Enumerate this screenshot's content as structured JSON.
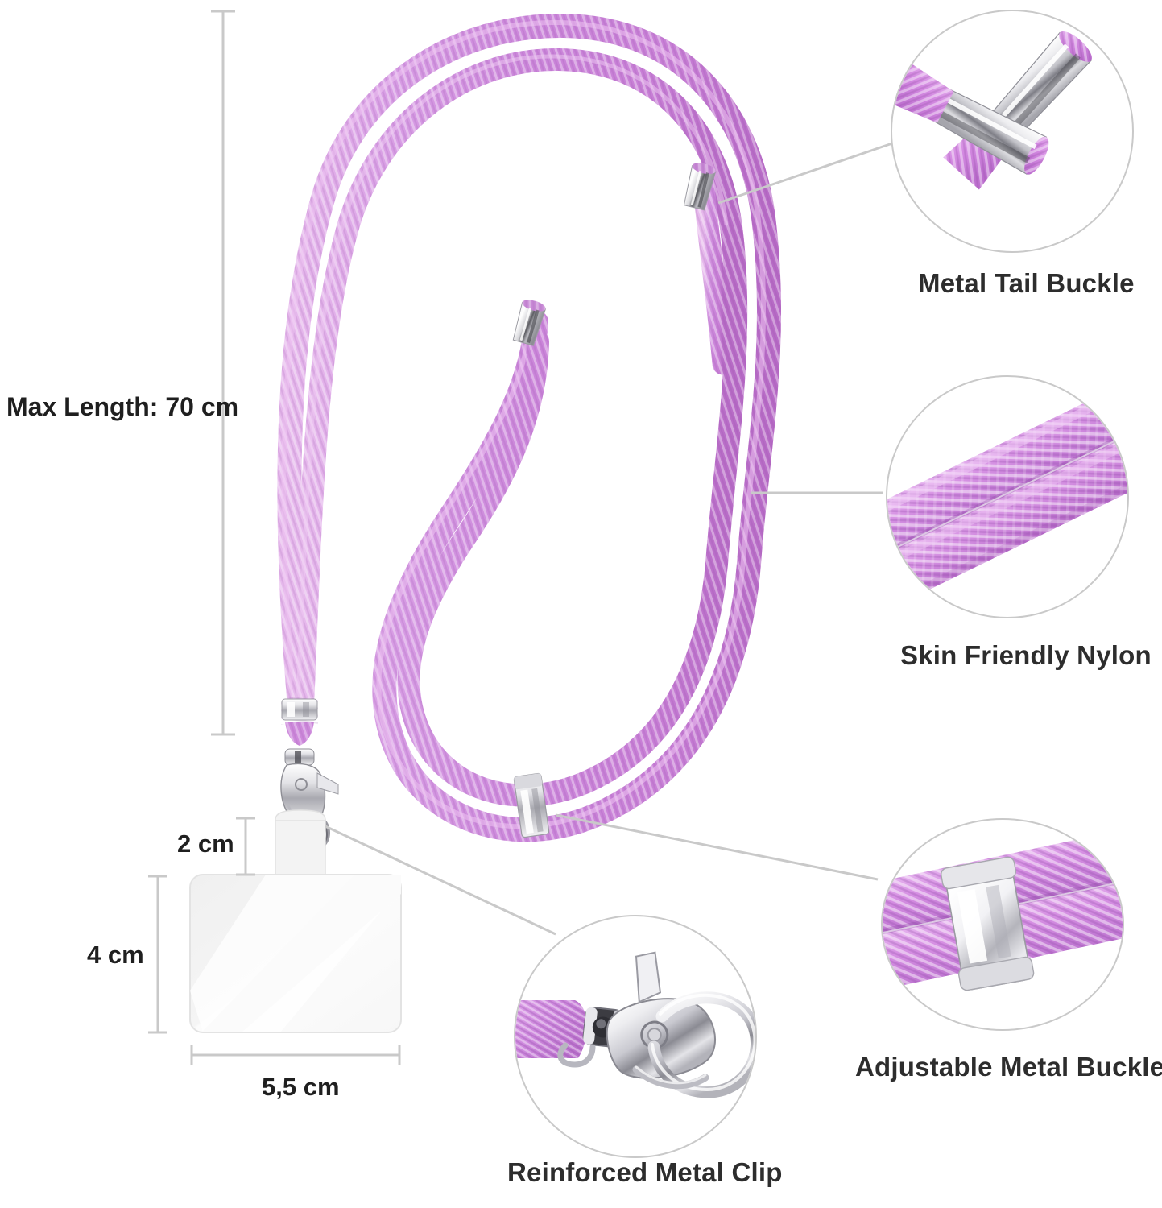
{
  "product": {
    "type": "phone lanyard / crossbody strap",
    "cord_color_hex": "#d18ddc",
    "metal_color_hex": "#c8c8cc",
    "line_color_hex": "#c9c9c9",
    "background_hex": "#ffffff",
    "text_color_hex": "#2d2d2d"
  },
  "dimensions": {
    "max_length": "Max Length: 70 cm",
    "pad_tab_height": "2 cm",
    "pad_height": "4 cm",
    "pad_width": "5,5 cm"
  },
  "callouts": [
    {
      "id": "metal-tail-buckle",
      "label": "Metal Tail Buckle",
      "description": "Two silver metal aglet tips crimped onto purple nylon cord ends, arranged in a V"
    },
    {
      "id": "skin-friendly-nylon",
      "label": "Skin Friendly Nylon",
      "description": "Close-up of two parallel braided purple nylon cords"
    },
    {
      "id": "adjustable-metal-buckle",
      "label": "Adjustable Metal Buckle",
      "description": "Silver rectangular metal slider clamped around the doubled purple cord"
    },
    {
      "id": "reinforced-metal-clip",
      "label": "Reinforced Metal Clip",
      "description": "Silver swivel lobster clasp attached to the purple cord end"
    }
  ],
  "icons": {
    "dimension_line": "dimension-line-icon",
    "leader_line": "leader-line-icon"
  }
}
